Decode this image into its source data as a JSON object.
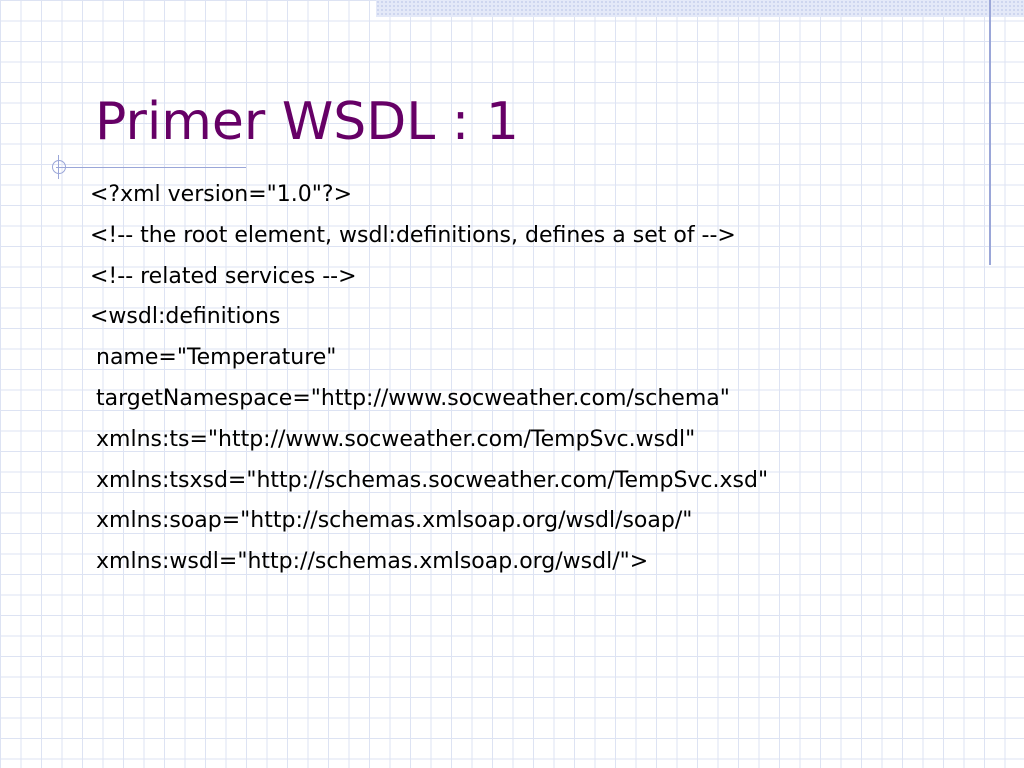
{
  "slide": {
    "title": "Primer WSDL : 1",
    "title_color": "#660066",
    "accent_color": "#9aa6d8",
    "grid_color": "#dde3f3",
    "code_lines": [
      "<?xml version=\"1.0\"?>",
      "<!-- the root element, wsdl:definitions, defines a set of -->",
      "<!-- related services -->",
      "<wsdl:definitions",
      "name=\"Temperature\"",
      "targetNamespace=\"http://www.socweather.com/schema\"",
      "xmlns:ts=\"http://www.socweather.com/TempSvc.wsdl\"",
      "xmlns:tsxsd=\"http://schemas.socweather.com/TempSvc.xsd\"",
      "xmlns:soap=\"http://schemas.xmlsoap.org/wsdl/soap/\"",
      "xmlns:wsdl=\"http://schemas.xmlsoap.org/wsdl/\">"
    ]
  }
}
